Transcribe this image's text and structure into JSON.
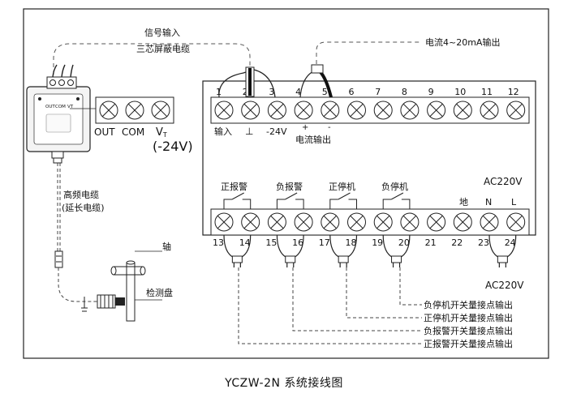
{
  "top_labels": {
    "signal_input": "信号输入",
    "cable_type": "三芯屏蔽电缆",
    "current_output": "电流4~20mA输出"
  },
  "sensor_module": {
    "terminal_labels": [
      "OUT",
      "COM",
      "VT"
    ],
    "bottom_labels": {
      "out": "OUT",
      "com": "COM",
      "vt_main": "V",
      "vt_sub": "T"
    },
    "voltage": "(-24V)"
  },
  "left_labels": {
    "hf_cable": "高频电缆",
    "extension_cable": "(延长电缆)",
    "shaft": "轴",
    "detection_disk": "检测盘"
  },
  "top_terminals": [
    "1",
    "2",
    "3",
    "4",
    "5",
    "6",
    "7",
    "8",
    "9",
    "10",
    "11",
    "12"
  ],
  "top_terminal_labels": {
    "input": "输入",
    "ground": "⊥",
    "neg24v": "-24V",
    "plus": "+",
    "minus": "-",
    "current_output": "电流输出"
  },
  "relays": [
    {
      "label": "正报警"
    },
    {
      "label": "负报警"
    },
    {
      "label": "正停机"
    },
    {
      "label": "负停机"
    }
  ],
  "power_labels": {
    "ac_top": "AC220V",
    "earth": "地",
    "n": "N",
    "l": "L",
    "ac_bottom": "AC220V"
  },
  "bottom_terminals": [
    "13",
    "14",
    "15",
    "16",
    "17",
    "18",
    "19",
    "20",
    "21",
    "22",
    "23",
    "24"
  ],
  "outputs": [
    "负停机开关量接点输出",
    "正停机开关量接点输出",
    "负报警开关量接点输出",
    "正报警开关量接点输出"
  ],
  "caption": "YCZW-2N 系统接线图"
}
